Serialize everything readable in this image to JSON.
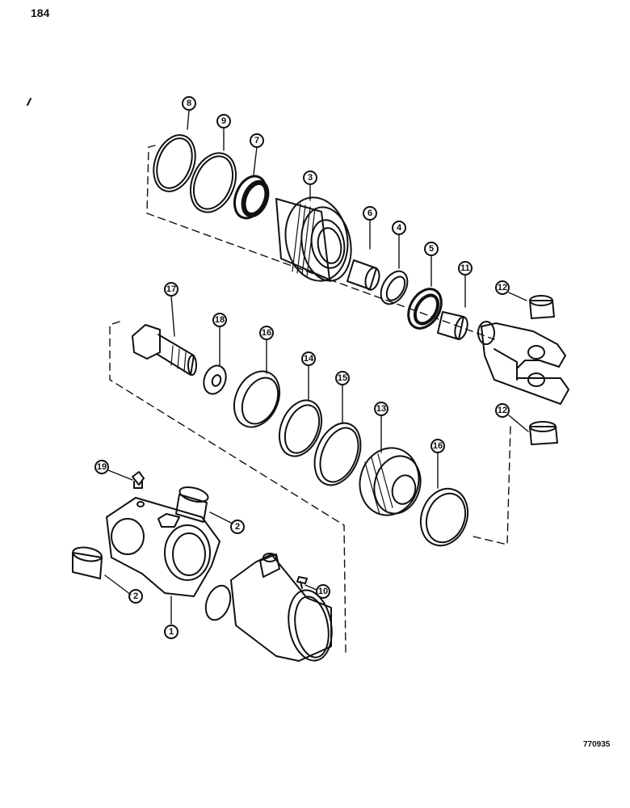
{
  "page": {
    "number": "184",
    "figure_code": "770935"
  },
  "callouts": [
    {
      "id": "c8",
      "label": "8"
    },
    {
      "id": "c9",
      "label": "9"
    },
    {
      "id": "c7",
      "label": "7"
    },
    {
      "id": "c3",
      "label": "3"
    },
    {
      "id": "c6",
      "label": "6"
    },
    {
      "id": "c4",
      "label": "4"
    },
    {
      "id": "c5",
      "label": "5"
    },
    {
      "id": "c11",
      "label": "11"
    },
    {
      "id": "c12a",
      "label": "12"
    },
    {
      "id": "c17",
      "label": "17"
    },
    {
      "id": "c18",
      "label": "18"
    },
    {
      "id": "c16a",
      "label": "16"
    },
    {
      "id": "c14",
      "label": "14"
    },
    {
      "id": "c15",
      "label": "15"
    },
    {
      "id": "c13",
      "label": "13"
    },
    {
      "id": "c16b",
      "label": "16"
    },
    {
      "id": "c12b",
      "label": "12"
    },
    {
      "id": "c19",
      "label": "19"
    },
    {
      "id": "c2a",
      "label": "2"
    },
    {
      "id": "c2b",
      "label": "2"
    },
    {
      "id": "c1",
      "label": "1"
    },
    {
      "id": "c10",
      "label": "10"
    }
  ]
}
